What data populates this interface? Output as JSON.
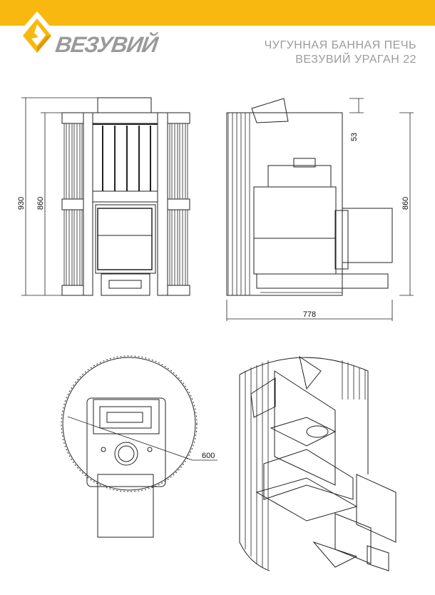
{
  "header": {
    "brand": "ВЕЗУВИЙ",
    "title_line1": "ЧУГУННАЯ БАННАЯ ПЕЧЬ",
    "title_line2": "ВЕЗУВИЙ УРАГАН 22",
    "accent_color": "#f9b80f"
  },
  "dimensions": {
    "front_total_height": "930",
    "front_body_height": "860",
    "side_body_height": "860",
    "side_chimney_offset": "53",
    "side_depth": "778",
    "top_diameter": "600"
  }
}
